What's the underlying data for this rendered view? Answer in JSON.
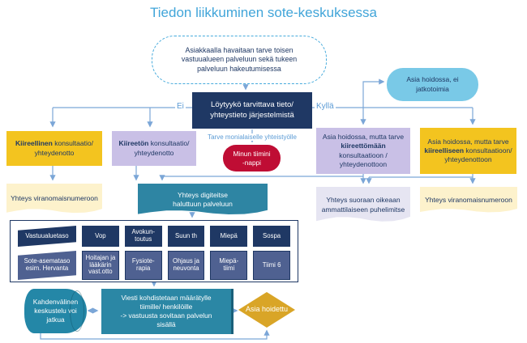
{
  "title": "Tiedon liikkuminen sote-keskuksessa",
  "labels": {
    "no": "Ei",
    "yes": "Kyllä",
    "multidisciplinary": "Tarve monialaiselle yhteistyölle"
  },
  "nodes": {
    "start_cloud": "Asiakkaalla havaitaan tarve toisen\nvastuualueen palveluun sekä tukeen\npalveluun hakeutumisessa",
    "question": "Löytyykö tarvittava tieto/\nyhteystieto järjestelmistä",
    "no_further_action": "Asia hoidossa, ei\njatkotoimia",
    "urgent": {
      "bold": "Kiireellinen",
      "rest": " konsultaatio/ yhteydenotto"
    },
    "non_urgent": {
      "bold": "Kiireetön",
      "rest": " konsultaatio/ yhteydenotto"
    },
    "team_button": "Minun tiimini\n-nappi",
    "handled_non_urgent": {
      "pre": "Asia hoidossa, mutta tarve ",
      "bold": "kiireettömään",
      "post": " konsultaatioon / yhteydenottoon"
    },
    "handled_urgent": {
      "pre": "Asia hoidossa, mutta tarve ",
      "bold": "kiireelliseen",
      "post": " konsultaatioon/ yhteydenottoon"
    },
    "authority_number_left": "Yhteys viranomaisnumeroon",
    "digital_contact": "Yhteys digiteitse\nhaluttuun palveluun",
    "direct_professional": "Yhteys suoraan oikeaan\nammattilaiseen puhelimitse",
    "authority_number_right": "Yhteys viranomaisnumeroon",
    "message_targeting": "Viesti kohdistetaan määrätylle\ntiimille/ henkilöille\n-> vastuusta sovitaan palvelun\nsisällä",
    "dialogue_continue": "Kahdenvälinen\nkeskustelu voi\njatkua",
    "done": "Asia hoidettu"
  },
  "grid": {
    "row1": [
      "Vastuualuetaso",
      "Vop",
      "Avokun-\ntoutus",
      "Suun th",
      "Miepä",
      "Sospa"
    ],
    "row2": [
      "Sote-asemataso\nesim. Hervanta",
      "Hoitajan ja\nlääkärin\nvast.otto",
      "Fysiote-\nrapia",
      "Ohjaus ja\nneuvonta",
      "Miepä-\ntiimi",
      "Tiimi 6"
    ]
  },
  "colors": {
    "title_blue": "#41a5d9",
    "navy": "#1f3864",
    "slate": "#4f6191",
    "gold": "#f3c41f",
    "light_yellow": "#fdf2cc",
    "lavender": "#c9c0e6",
    "light_lavender": "#e6e5f2",
    "teal": "#2e85a3",
    "sky_pill": "#79c9e7",
    "red_button": "#bf0d34",
    "diamond_gold": "#d9a527",
    "connector_blue": "#7ba6d7",
    "label_blue": "#5b9bd5"
  }
}
